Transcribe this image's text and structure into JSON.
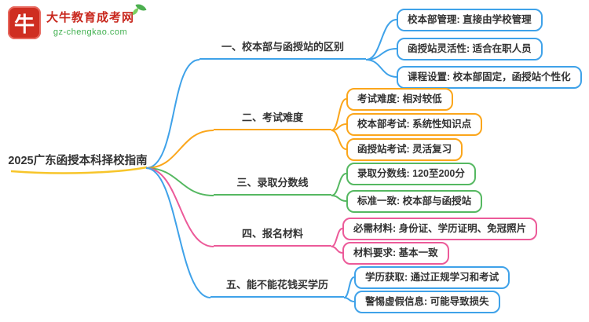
{
  "logo": {
    "title": "大牛教育成考网",
    "url": "gz-chengkao.com",
    "icon_char": "牛"
  },
  "root": {
    "label": "2025广东函授本科择校指南"
  },
  "colors": {
    "blue": "#3fa2e9",
    "orange": "#fba61b",
    "green": "#55b861",
    "pink": "#ec5a99",
    "yellow": "#f7c52a",
    "logo_red": "#c8281e",
    "logo_green": "#3faf4e"
  },
  "branches": [
    {
      "label": "一、校本部与函授站的区别",
      "color": "#3fa2e9",
      "children": [
        "校本部管理: 直接由学校管理",
        "函授站灵活性: 适合在职人员",
        "课程设置: 校本部固定，函授站个性化"
      ]
    },
    {
      "label": "二、考试难度",
      "color": "#fba61b",
      "children": [
        "考试难度: 相对较低",
        "校本部考试: 系统性知识点",
        "函授站考试: 灵活复习"
      ]
    },
    {
      "label": "三、录取分数线",
      "color": "#55b861",
      "children": [
        "录取分数线: 120至200分",
        "标准一致: 校本部与函授站"
      ]
    },
    {
      "label": "四、报名材料",
      "color": "#ec5a99",
      "children": [
        "必需材料: 身份证、学历证明、免冠照片",
        "材料要求: 基本一致"
      ]
    },
    {
      "label": "五、能不能花钱买学历",
      "color": "#3fa2e9",
      "children": [
        "学历获取: 通过正规学习和考试",
        "警惕虚假信息: 可能导致损失"
      ]
    }
  ]
}
